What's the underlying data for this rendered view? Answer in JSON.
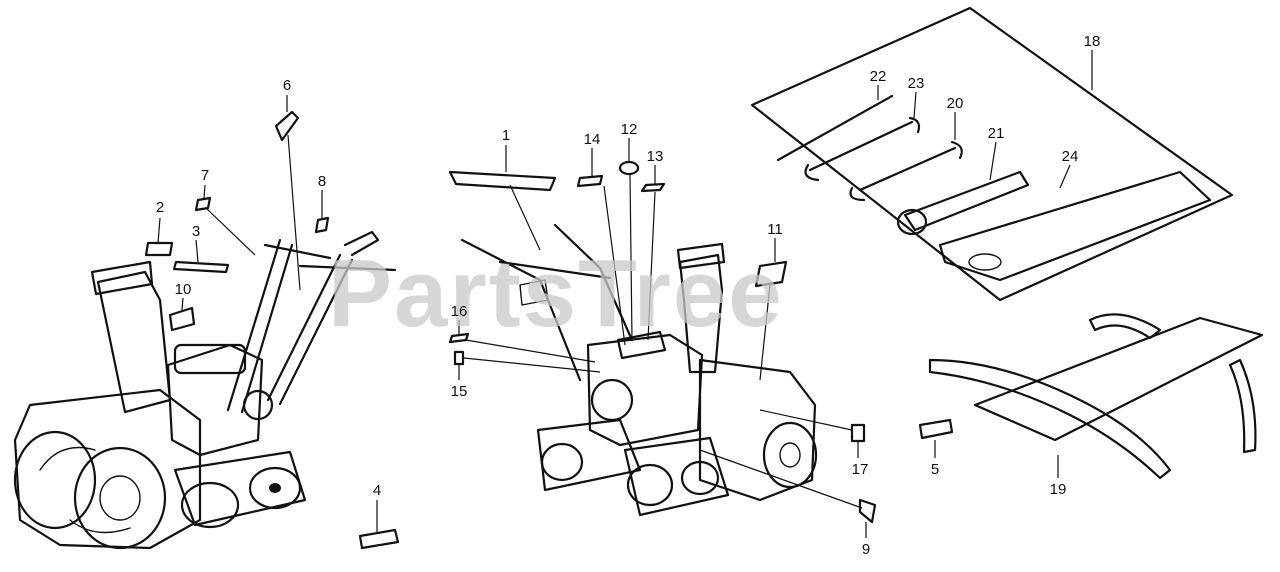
{
  "watermark": "PartsTree",
  "callouts": [
    "1",
    "2",
    "3",
    "4",
    "5",
    "6",
    "7",
    "8",
    "9",
    "10",
    "11",
    "12",
    "13",
    "14",
    "15",
    "16",
    "17",
    "18",
    "19",
    "20",
    "21",
    "22",
    "23",
    "24"
  ]
}
